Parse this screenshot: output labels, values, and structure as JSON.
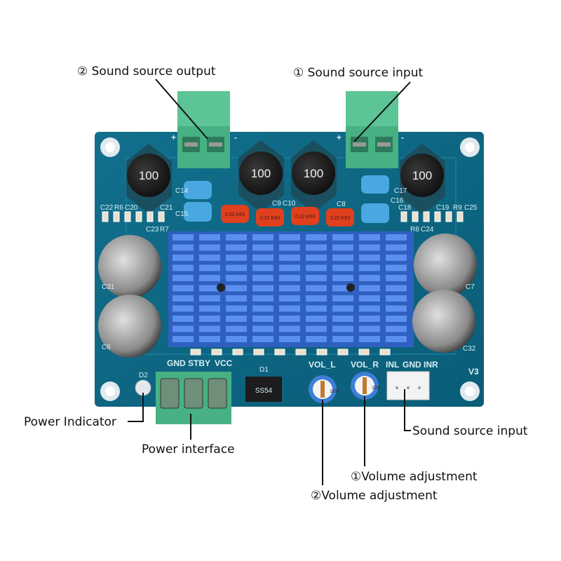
{
  "callouts": {
    "sound_output": "② Sound source output",
    "sound_input_top": "① Sound source input",
    "power_indicator": "Power Indicator",
    "power_interface": "Power interface",
    "sound_input_connector": "Sound source input",
    "volume_1": "①Volume adjustment",
    "volume_2": "②Volume adjustment"
  },
  "board": {
    "inductor_marking": "100",
    "film_cap_markings": [
      "0.22 K63",
      "0.22 K63",
      "0.22 K63",
      "0.22 K63"
    ],
    "power_pins": [
      "GND",
      "STBY",
      "VCC"
    ],
    "pot_labels": [
      "VOL_L",
      "VOL_R"
    ],
    "pot_marking": "103",
    "input_pins": [
      "INL",
      "GND",
      "INR"
    ],
    "diode_label": "D1",
    "diode_marking": "SS54",
    "led_label": "D2",
    "version": "V3",
    "polarity": [
      "+",
      "-",
      "+",
      "-"
    ],
    "smd_labels_left": [
      "C22",
      "R6",
      "C20",
      "C21",
      "C23",
      "R7"
    ],
    "smd_labels_right": [
      "C18",
      "C19",
      "R9",
      "C25",
      "R8",
      "C24"
    ],
    "cap_labels": [
      "C14",
      "C15",
      "C17",
      "C16",
      "C9",
      "C10",
      "C8",
      "C31",
      "C6",
      "C7",
      "C32"
    ]
  },
  "colors": {
    "pcb": "#0d6e88",
    "terminal": "#47b183",
    "heatsink": "#3b6fd3",
    "film_cap": "#e0401e",
    "blue_cap": "#4aa8e0"
  }
}
